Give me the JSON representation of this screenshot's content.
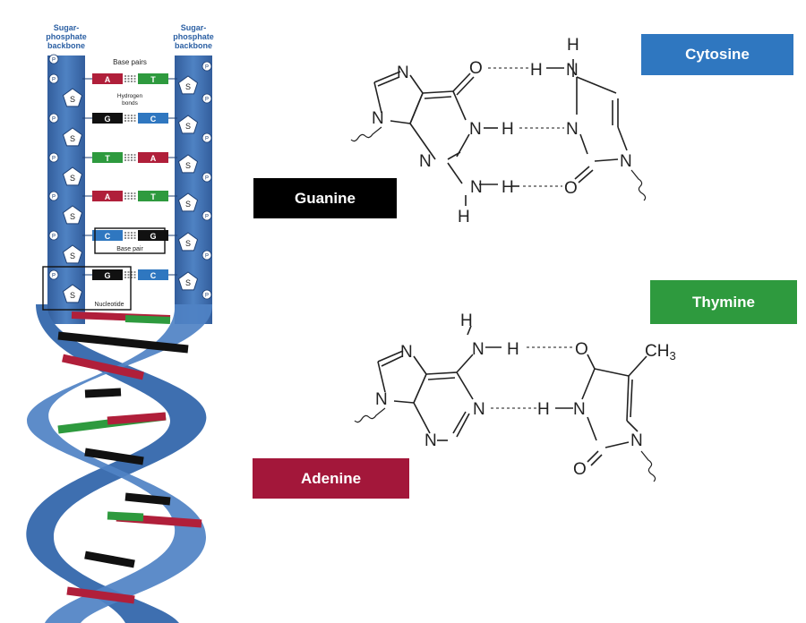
{
  "labels": {
    "backbone_left": [
      "Sugar-",
      "phosphate",
      "backbone"
    ],
    "backbone_right": [
      "Sugar-",
      "phosphate",
      "backbone"
    ],
    "base_pairs": "Base pairs",
    "hydrogen_bonds": [
      "Hydrogen",
      "bonds"
    ],
    "base_pair": "Base pair",
    "nucleotide": "Nucleotide",
    "sugar": "S",
    "phosphate": "P"
  },
  "rungs": [
    {
      "left": "A",
      "right": "T",
      "left_color": "#b01f3a",
      "right_color": "#2e9a3e"
    },
    {
      "left": "G",
      "right": "C",
      "left_color": "#111111",
      "right_color": "#2f77c0"
    },
    {
      "left": "T",
      "right": "A",
      "left_color": "#2e9a3e",
      "right_color": "#b01f3a"
    },
    {
      "left": "A",
      "right": "T",
      "left_color": "#b01f3a",
      "right_color": "#2e9a3e"
    },
    {
      "left": "C",
      "right": "G",
      "left_color": "#2f77c0",
      "right_color": "#111111"
    },
    {
      "left": "G",
      "right": "C",
      "left_color": "#111111",
      "right_color": "#2f77c0"
    }
  ],
  "base_names": {
    "cytosine": "Cytosine",
    "guanine": "Guanine",
    "thymine": "Thymine",
    "adenine": "Adenine"
  },
  "colors": {
    "cytosine": "#2f77c0",
    "guanine": "#000000",
    "thymine": "#2e9a3e",
    "adenine": "#a3173a",
    "backbone": "#3e6fb0"
  },
  "atoms": {
    "N": "N",
    "O": "O",
    "H": "H",
    "C": "CH",
    "three": "3"
  }
}
